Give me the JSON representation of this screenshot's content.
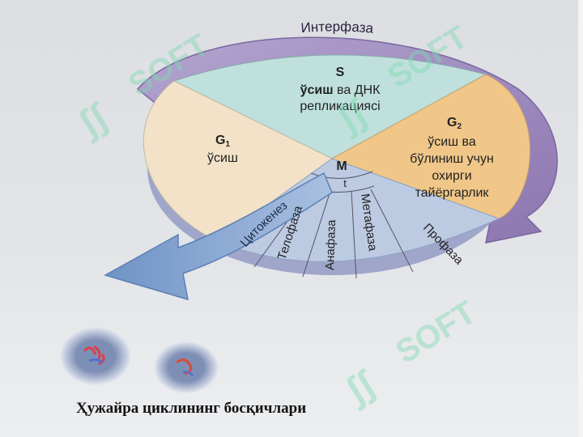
{
  "diagram": {
    "caption": "Ҳужайра циклининг босқичлари",
    "outer_label": "Интерфаза",
    "phases": {
      "s": {
        "title": "S",
        "line1_bold": "ўсиш",
        "line1_rest": " ва ДНК",
        "line2": "репликациясi"
      },
      "g1": {
        "title": "G",
        "sub": "1",
        "text": "ўсиш"
      },
      "g2": {
        "title": "G",
        "sub": "2",
        "lines": [
          "ўсиш ва",
          "бўлиниш учун",
          "охирги",
          "тайёргарлик"
        ]
      },
      "m": {
        "title": "M",
        "sub": "t"
      }
    },
    "mitosis_stages": [
      "Телофаза",
      "Анафаза",
      "Метафаза",
      "Профаза"
    ],
    "cytokinesis": "Цитокенез",
    "colors": {
      "s": "#bfe0dc",
      "g1": "#f3e2c8",
      "g2": "#f0c789",
      "arrow_purple": "#9c88bb",
      "mitosis_blue": "#bccbe2",
      "cytokinesis_blue": "#86a7d3",
      "watermark": "#7fd9b0"
    },
    "watermark_text": "SOFT"
  }
}
